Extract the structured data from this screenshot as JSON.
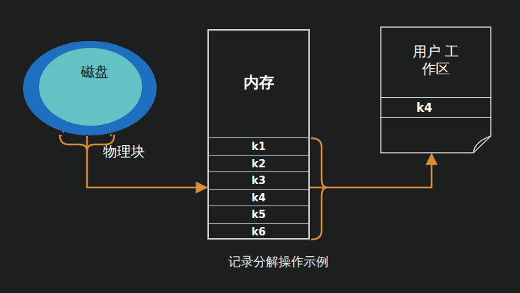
{
  "diagram": {
    "caption": "记录分解操作示例",
    "nodes": [
      {
        "text": [
          "磁盘"
        ]
      },
      {
        "text": [
          "内存"
        ]
      },
      {
        "text": [
          "k1"
        ],
        "in": 1
      },
      {
        "text": [
          "k2"
        ],
        "in": 1
      },
      {
        "text": [
          "k3"
        ],
        "in": 1
      },
      {
        "text": [
          "k4"
        ],
        "in": 1
      },
      {
        "text": [
          "k5"
        ],
        "in": 1
      },
      {
        "text": [
          "k6"
        ],
        "in": 1
      },
      {
        "text": [
          "用户 工作区"
        ]
      },
      {
        "text": [
          "k4"
        ],
        "in": 8
      }
    ],
    "edges": [
      {
        "from": 0,
        "to": 1,
        "arrow": "to"
      },
      {
        "from": 1,
        "to": 8,
        "arrow": "to"
      }
    ],
    "labels": [
      "物理块"
    ]
  }
}
